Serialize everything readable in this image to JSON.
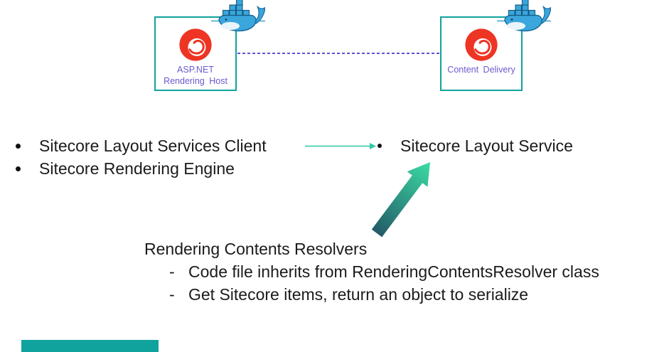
{
  "diagram": {
    "left_node": {
      "line1": "ASP.NET",
      "line2": "Rendering Host"
    },
    "right_node": {
      "label": "Content Delivery"
    }
  },
  "list_left": {
    "items": [
      "Sitecore Layout Services Client",
      "Sitecore Rendering Engine"
    ]
  },
  "list_right": {
    "item": "Sitecore Layout Service"
  },
  "notes": {
    "title": "Rendering Contents Resolvers",
    "marker": "-",
    "items": [
      "Code file inherits from RenderingContentsResolver class",
      "Get Sitecore items, return an object to serialize"
    ]
  },
  "icons": {
    "sitecore_logo": "sitecore-logo-icon",
    "docker_whale": "docker-whale-icon"
  },
  "colors": {
    "box_border": "#10A29D",
    "node_label_text": "#6A5BD0",
    "dashed_connector": "#5B54D4",
    "thin_arrow": "#2FC7A7",
    "big_arrow_dark": "#235B68",
    "big_arrow_light": "#3CDCA4",
    "sitecore_red": "#EE3524",
    "docker_blue": "#3AA6DC",
    "body_text": "#1B1B1B",
    "bottom_bar": "#10A29D"
  }
}
